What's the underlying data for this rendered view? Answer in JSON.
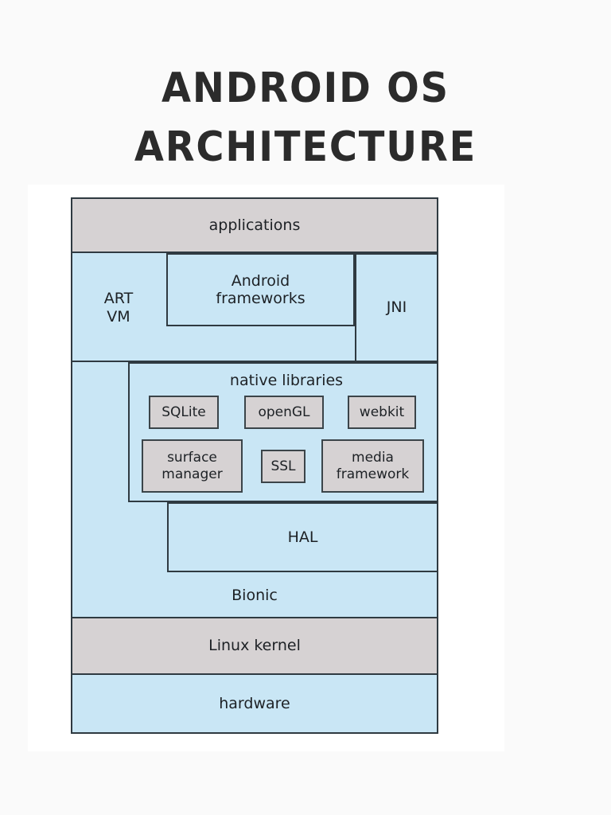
{
  "title": {
    "line1": "ANDROID OS",
    "line2": "ARCHITECTURE"
  },
  "diagram": {
    "layers": {
      "applications": "applications",
      "art_vm": "ART\nVM",
      "android_frameworks": "Android\nframeworks",
      "jni": "JNI",
      "native_libraries": "native libraries",
      "hal": "HAL",
      "bionic": "Bionic",
      "linux_kernel": "Linux kernel",
      "hardware": "hardware"
    },
    "native_library_components": {
      "sqlite": "SQLite",
      "opengl": "openGL",
      "webkit": "webkit",
      "surface_manager": "surface\nmanager",
      "ssl": "SSL",
      "media_framework": "media\nframework"
    },
    "colors": {
      "blue_layer": "#c9e6f5",
      "gray_layer": "#d6d2d3",
      "border": "#2f3a41",
      "text": "#1d2125",
      "page_background": "#fafafa",
      "panel_background": "#ffffff",
      "title_text": "#2b2b2b"
    }
  }
}
